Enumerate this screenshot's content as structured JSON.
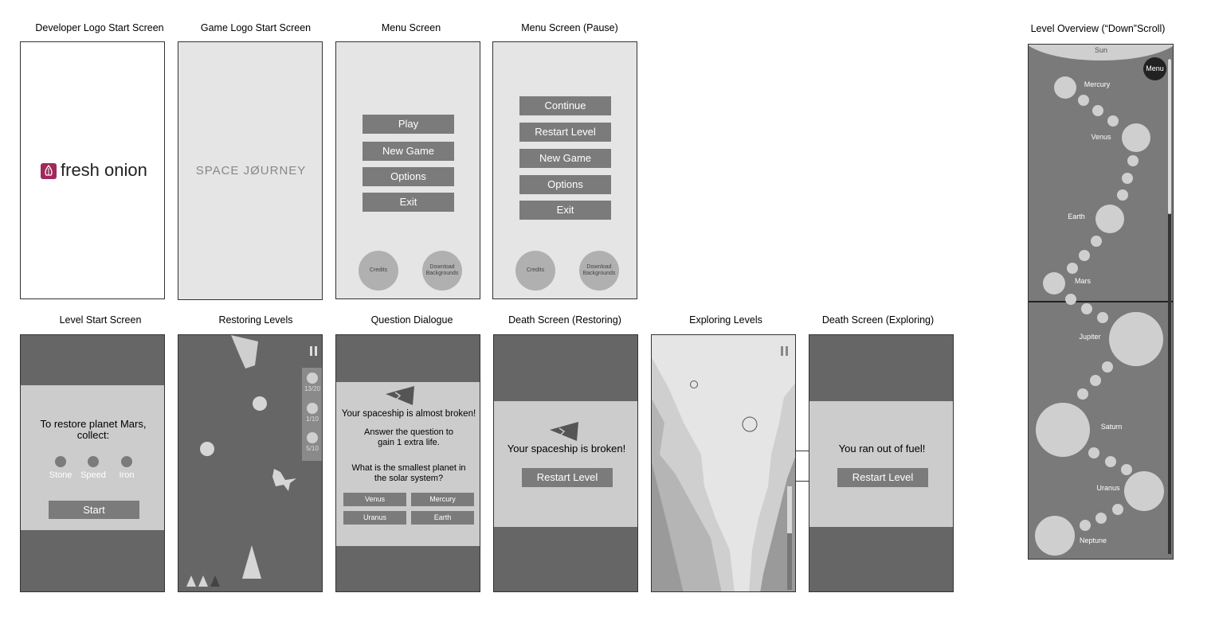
{
  "captions": {
    "dev_logo": "Developer Logo Start Screen",
    "game_logo": "Game Logo Start Screen",
    "menu": "Menu Screen",
    "pause": "Menu Screen (Pause)",
    "overview": "Level Overview (“Down”Scroll)",
    "level_start": "Level Start Screen",
    "restoring": "Restoring Levels",
    "question": "Question Dialogue",
    "death_restoring": "Death Screen (Restoring)",
    "exploring": "Exploring Levels",
    "death_exploring": "Death Screen (Exploring)"
  },
  "dev_logo": {
    "brand": "fresh onion"
  },
  "game_logo": {
    "title": "SPACE JØURNEY"
  },
  "menu": {
    "buttons": [
      "Play",
      "New Game",
      "Options",
      "Exit"
    ],
    "credits": "Credits",
    "download": "Download Backgrounds"
  },
  "pause": {
    "buttons": [
      "Continue",
      "Restart Level",
      "New Game",
      "Options",
      "Exit"
    ],
    "credits": "Credits",
    "download": "Download Backgrounds"
  },
  "level_start": {
    "heading": "To restore planet Mars, collect:",
    "items": [
      "Stone",
      "Speed",
      "Iron"
    ],
    "start": "Start"
  },
  "restoring": {
    "counters": [
      "13/20",
      "1/10",
      "5/10"
    ]
  },
  "question": {
    "status": "Your spaceship is almost broken!",
    "prompt": "Answer the question to gain 1 extra life.",
    "question": "What is the smallest planet in the solar system?",
    "answers": [
      "Venus",
      "Mercury",
      "Uranus",
      "Earth"
    ]
  },
  "death_restoring": {
    "message": "Your spaceship is broken!",
    "button": "Restart Level"
  },
  "death_exploring": {
    "message": "You ran out of fuel!",
    "button": "Restart Level"
  },
  "overview": {
    "menu": "Menu",
    "planets": [
      "Sun",
      "Mercury",
      "Venus",
      "Earth",
      "Mars",
      "Jupiter",
      "Saturn",
      "Uranus",
      "Neptune"
    ]
  }
}
